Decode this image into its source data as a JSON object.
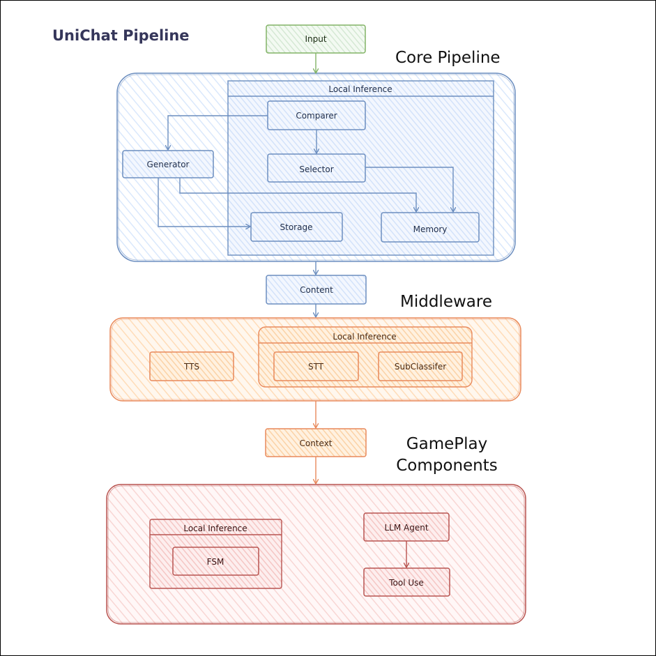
{
  "title": "UniChat Pipeline",
  "sections": {
    "core": "Core Pipeline",
    "middleware": "Middleware",
    "gameplay_line1": "GamePlay",
    "gameplay_line2": "Components"
  },
  "nodes": {
    "input": "Input",
    "core_local_inference": "Local Inference",
    "comparer": "Comparer",
    "generator": "Generator",
    "selector": "Selector",
    "storage": "Storage",
    "memory": "Memory",
    "content": "Content",
    "middleware_local_inference": "Local Inference",
    "tts": "TTS",
    "stt": "STT",
    "subclassifier": "SubClassifer",
    "context": "Context",
    "gameplay_local_inference": "Local Inference",
    "fsm": "FSM",
    "llm_agent": "LLM Agent",
    "tool_use": "Tool Use"
  },
  "colors": {
    "green_stroke": "#82b366",
    "green_fill": "#d5e8d4",
    "blue_stroke": "#6c8ebf",
    "blue_fill": "#dae8fc",
    "orange_stroke": "#e8895b",
    "orange_fill": "#ffe6cc",
    "red_stroke": "#b85450",
    "red_fill": "#f8cecc"
  }
}
